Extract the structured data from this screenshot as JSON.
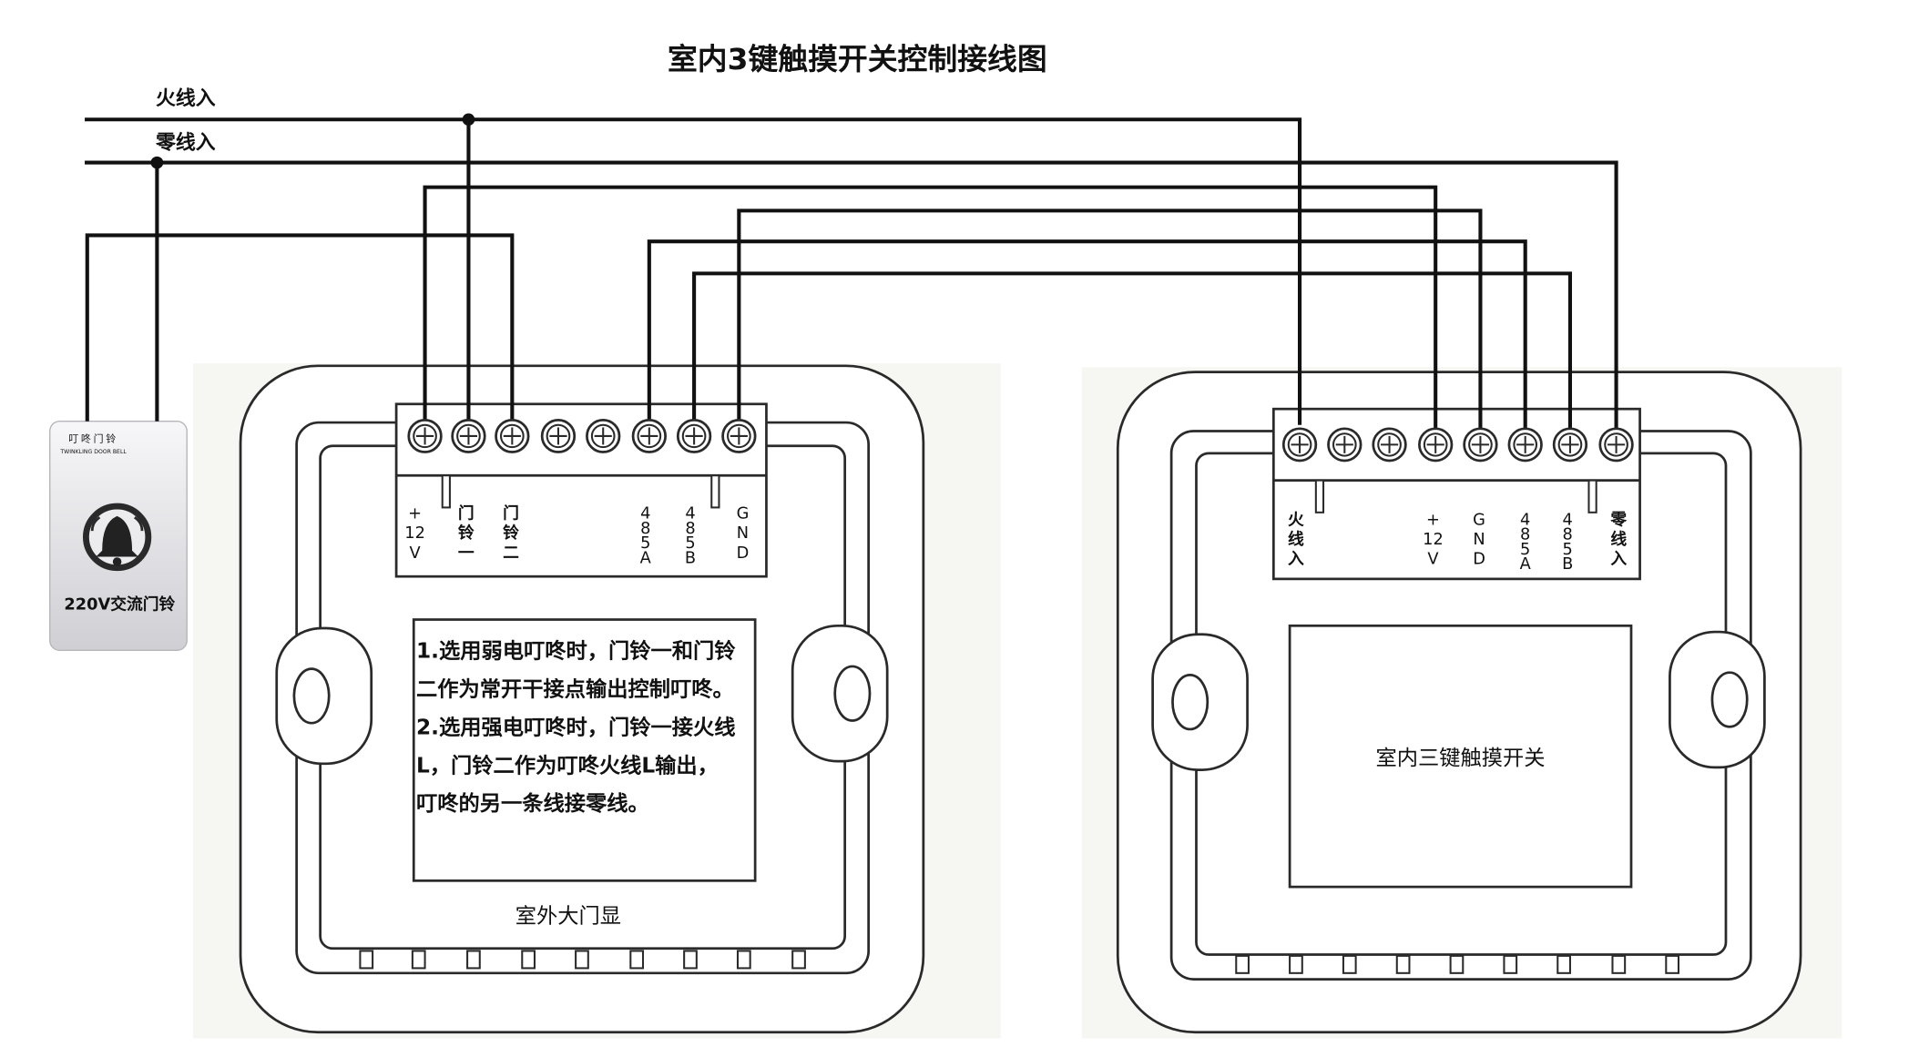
{
  "title": "室内3键触摸开关控制接线图",
  "wire_labels": {
    "live_in": "火线入",
    "neutral_in": "零线入"
  },
  "doorbell": {
    "name_cn": "叮咚门铃",
    "name_en": "TWINKLING DOOR BELL",
    "label": "220V交流门铃",
    "icon": "bell-icon"
  },
  "outdoor_unit": {
    "label": "室外大门显",
    "terminals": [
      [
        "+",
        "12",
        "V"
      ],
      [
        "门",
        "铃",
        "一"
      ],
      [
        "门",
        "铃",
        "二"
      ],
      [],
      [],
      [
        "4",
        "8",
        "5",
        "A"
      ],
      [
        "4",
        "8",
        "5",
        "B"
      ],
      [
        "G",
        "N",
        "D"
      ]
    ],
    "notes": [
      "1.选用弱电叮咚时，门铃一和门铃",
      "二作为常开干接点输出控制叮咚。",
      "2.选用强电叮咚时，门铃一接火线",
      "L，门铃二作为叮咚火线L输出，",
      "叮咚的另一条线接零线。"
    ]
  },
  "indoor_switch": {
    "label": "室内三键触摸开关",
    "terminals": [
      [
        "火",
        "线",
        "入"
      ],
      [],
      [],
      [
        "+",
        "12",
        "V"
      ],
      [
        "G",
        "N",
        "D"
      ],
      [
        "4",
        "8",
        "5",
        "A"
      ],
      [
        "4",
        "8",
        "5",
        "B"
      ],
      [
        "零",
        "线",
        "入"
      ]
    ]
  },
  "colors": {
    "wire": "#111111",
    "outline": "#2a2a2a",
    "device_bg": "#f6f6f3"
  }
}
